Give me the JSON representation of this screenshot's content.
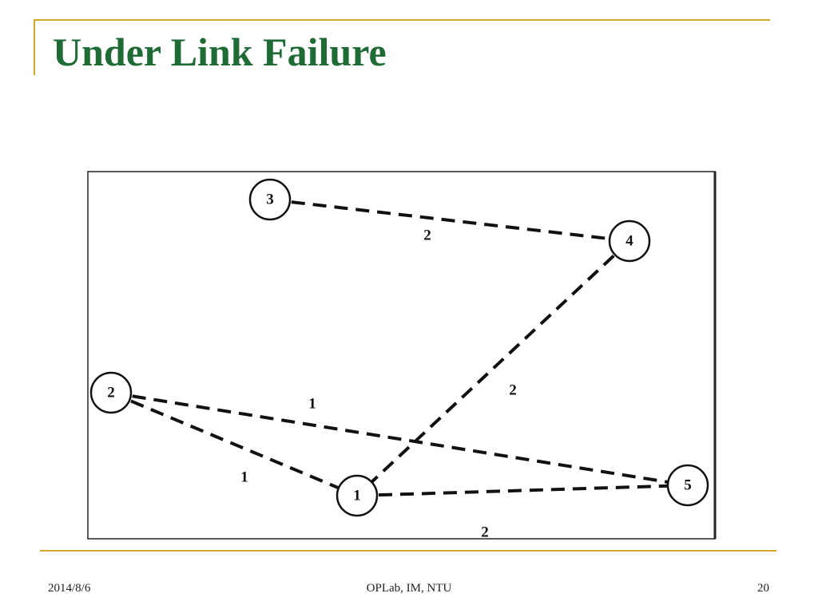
{
  "slide": {
    "title": "Under Link Failure",
    "footer": {
      "date": "2014/8/6",
      "org": "OPLab, IM, NTU",
      "page": "20"
    }
  },
  "graph": {
    "nodes": [
      {
        "id": "1",
        "label": "1"
      },
      {
        "id": "2",
        "label": "2"
      },
      {
        "id": "3",
        "label": "3"
      },
      {
        "id": "4",
        "label": "4"
      },
      {
        "id": "5",
        "label": "5"
      }
    ],
    "edges": [
      {
        "from": "3",
        "to": "4",
        "label": "2",
        "style": "dashed"
      },
      {
        "from": "4",
        "to": "1",
        "label": "2",
        "style": "dashed"
      },
      {
        "from": "2",
        "to": "5",
        "label": "1",
        "style": "dashed"
      },
      {
        "from": "2",
        "to": "1",
        "label": "1",
        "style": "dashed"
      },
      {
        "from": "1",
        "to": "5",
        "label": "2",
        "style": "dashed"
      }
    ]
  },
  "colors": {
    "title": "#1f6b35",
    "accent": "#d4a829"
  }
}
